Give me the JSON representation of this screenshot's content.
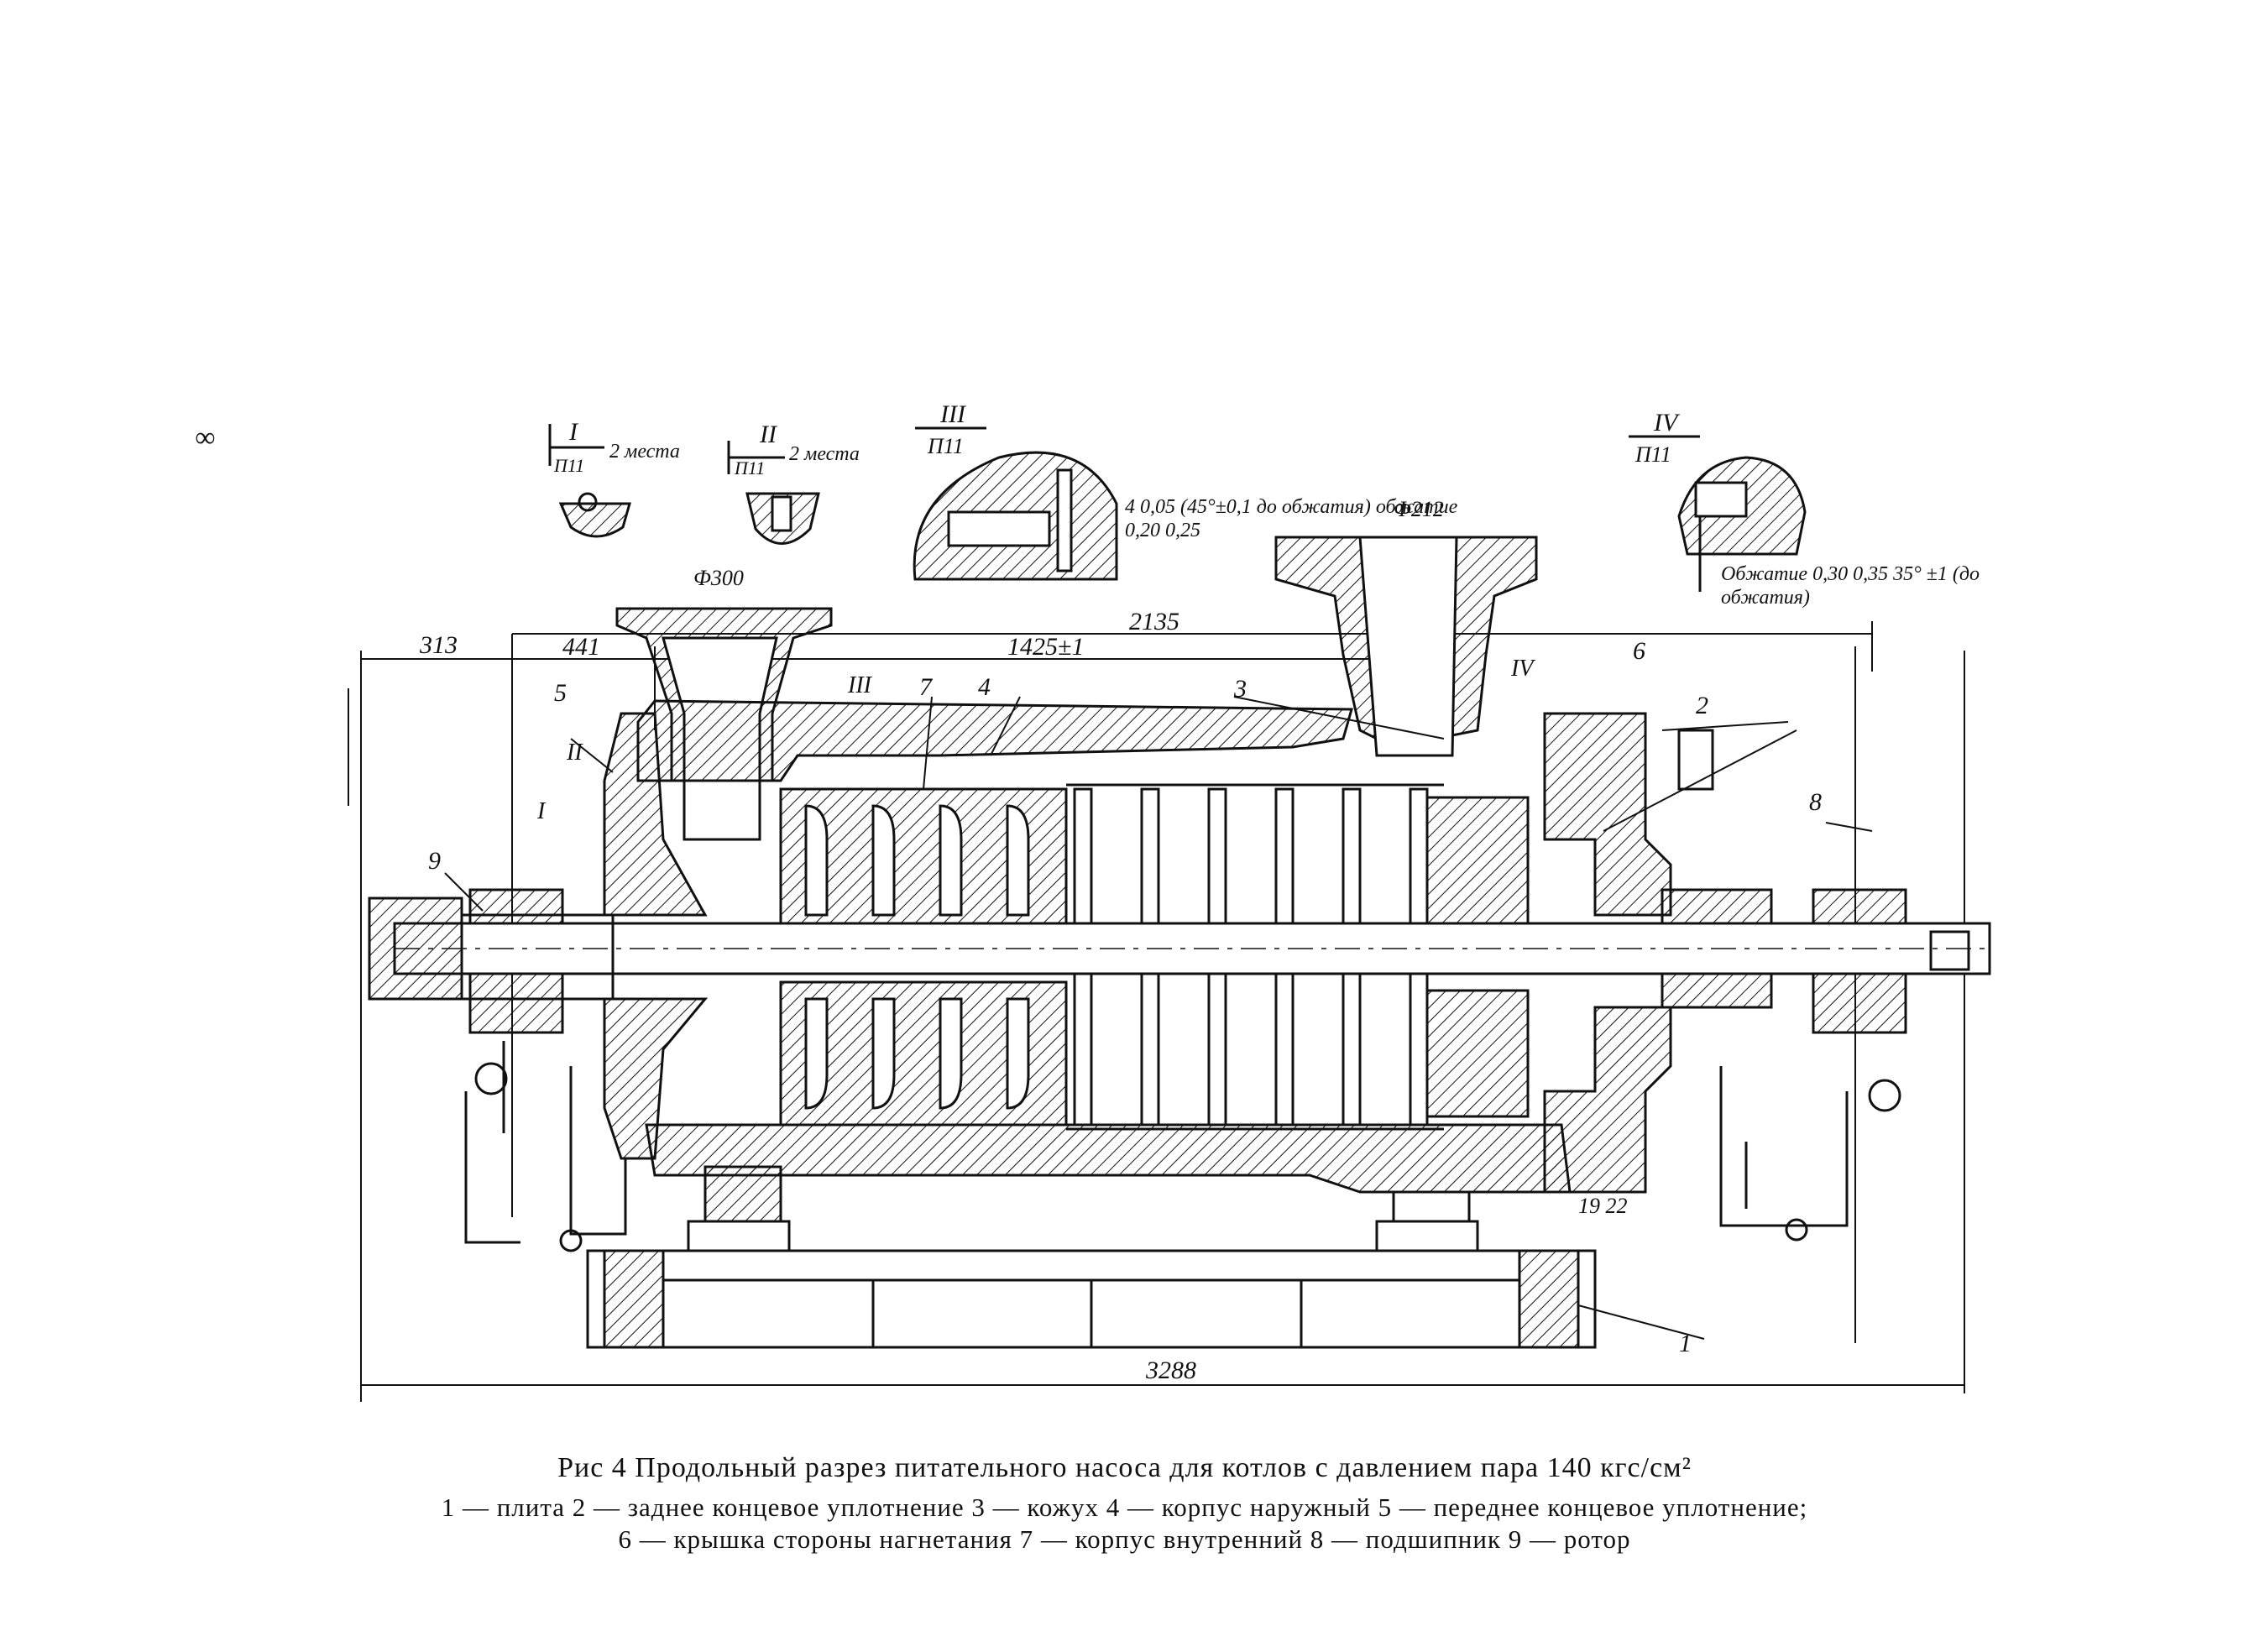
{
  "page_mark": "∞",
  "caption": {
    "title": "Рис 4 Продольный разрез питательного насоса для котлов с давлением пара 140 кгс/см²",
    "line1": "1 — плита 2 — заднее концевое уплотнение 3 — кожух 4 — корпус наружный 5 — переднее концевое уплотнение;",
    "line2": "6 — крышка стороны нагнетания 7 — корпус внутренний 8 — подшипник 9 — ротор"
  },
  "details": [
    {
      "roman": "I",
      "spec": "П11",
      "note": "2 места"
    },
    {
      "roman": "II",
      "spec": "П11",
      "note": "2 места"
    },
    {
      "roman": "III",
      "spec": "П11",
      "note": "4 0,05 (45°±0,1 до обжатия) обжатие 0,20 0,25"
    },
    {
      "roman": "IV",
      "spec": "П11",
      "note": "Обжатие 0,30 0,35 35° ±1 (до обжатия)"
    }
  ],
  "dimensions": {
    "suction_diameter": "Ф300",
    "discharge_diameter": "Ф212",
    "d_313": "313",
    "d_441": "441",
    "d_1425": "1425±1",
    "d_2135": "2135",
    "d_3288": "3288",
    "d_1922": "19 22"
  },
  "callouts": [
    "1",
    "2",
    "3",
    "4",
    "5",
    "6",
    "7",
    "8",
    "9",
    "I",
    "II",
    "III",
    "IV"
  ],
  "colors": {
    "ink": "#111111",
    "paper": "#ffffff"
  }
}
